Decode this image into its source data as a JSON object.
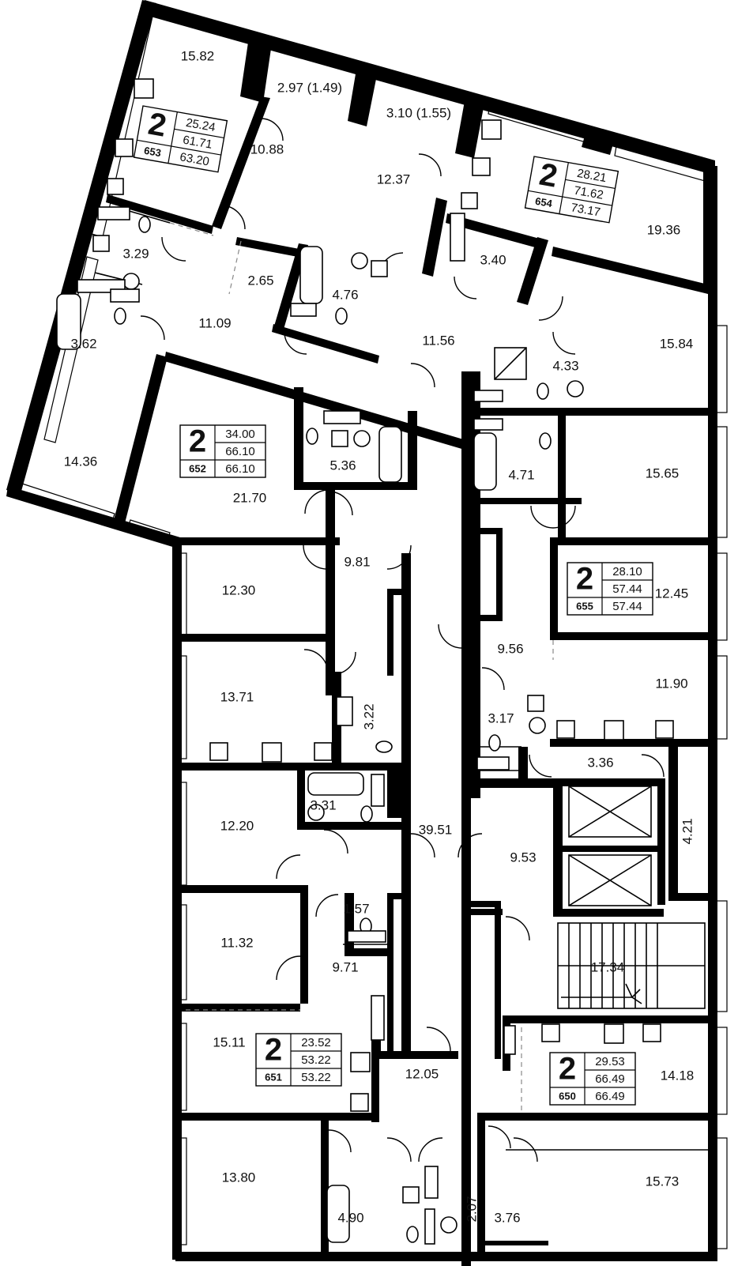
{
  "rooms": [
    {
      "label": "15.82"
    },
    {
      "label": "2.97 (1.49)"
    },
    {
      "label": "10.88"
    },
    {
      "label": "3.10 (1.55)"
    },
    {
      "label": "12.37"
    },
    {
      "label": "19.36"
    },
    {
      "label": "3.29"
    },
    {
      "label": "2.65"
    },
    {
      "label": "4.76"
    },
    {
      "label": "3.40"
    },
    {
      "label": "3.62"
    },
    {
      "label": "11.09"
    },
    {
      "label": "11.56"
    },
    {
      "label": "15.84"
    },
    {
      "label": "4.33"
    },
    {
      "label": "14.36"
    },
    {
      "label": "5.36"
    },
    {
      "label": "21.70"
    },
    {
      "label": "4.71"
    },
    {
      "label": "15.65"
    },
    {
      "label": "9.81"
    },
    {
      "label": "12.30"
    },
    {
      "label": "12.45"
    },
    {
      "label": "9.56"
    },
    {
      "label": "13.71"
    },
    {
      "label": "3.22"
    },
    {
      "label": "11.90"
    },
    {
      "label": "3.17"
    },
    {
      "label": "3.36"
    },
    {
      "label": "12.20"
    },
    {
      "label": "3.31"
    },
    {
      "label": "39.51"
    },
    {
      "label": "4.21"
    },
    {
      "label": "9.53"
    },
    {
      "label": "11.32"
    },
    {
      "label": "1.57"
    },
    {
      "label": "9.71"
    },
    {
      "label": "17.34"
    },
    {
      "label": "15.11"
    },
    {
      "label": "14.18"
    },
    {
      "label": "12.05"
    },
    {
      "label": "13.80"
    },
    {
      "label": "4.90"
    },
    {
      "label": "2.07"
    },
    {
      "label": "3.76"
    },
    {
      "label": "15.73"
    }
  ],
  "apartments": [
    {
      "rooms": "2",
      "number": "653",
      "values": [
        "25.24",
        "61.71",
        "63.20"
      ]
    },
    {
      "rooms": "2",
      "number": "654",
      "values": [
        "28.21",
        "71.62",
        "73.17"
      ]
    },
    {
      "rooms": "2",
      "number": "652",
      "values": [
        "34.00",
        "66.10",
        "66.10"
      ]
    },
    {
      "rooms": "2",
      "number": "655",
      "values": [
        "28.10",
        "57.44",
        "57.44"
      ]
    },
    {
      "rooms": "2",
      "number": "651",
      "values": [
        "23.52",
        "53.22",
        "53.22"
      ]
    },
    {
      "rooms": "2",
      "number": "650",
      "values": [
        "29.53",
        "66.49",
        "66.49"
      ]
    }
  ]
}
